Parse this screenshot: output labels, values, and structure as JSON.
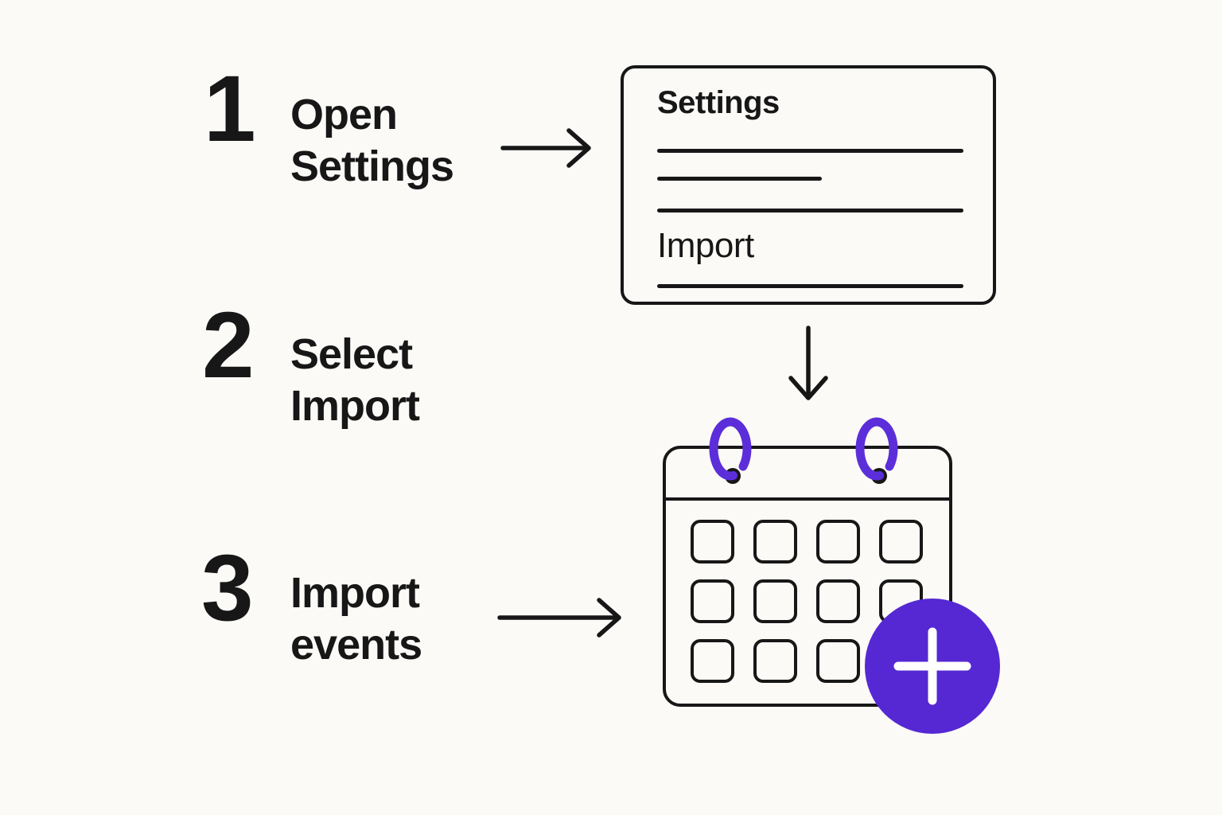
{
  "colors": {
    "background": "#fbfaf7",
    "ink": "#171717",
    "accent": "#5528d3",
    "accent_ring": "#5c2ed9",
    "plus": "#ffffff"
  },
  "steps": [
    {
      "number": "1",
      "label": [
        "Open",
        "Settings"
      ]
    },
    {
      "number": "2",
      "label": [
        "Select",
        "Import"
      ]
    },
    {
      "number": "3",
      "label": [
        "Import",
        "events"
      ]
    }
  ],
  "settings_panel": {
    "title": "Settings",
    "menu_item": "Import"
  },
  "icons": {
    "step1_arrow": "arrow-right",
    "step2_arrow": "arrow-down",
    "step3_arrow": "arrow-right",
    "calendar": "calendar-grid",
    "binding_rings": "spiral-rings",
    "add_button": "plus-circle"
  }
}
